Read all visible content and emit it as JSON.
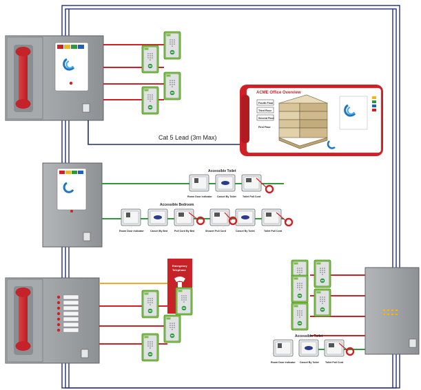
{
  "colors": {
    "frame_blue": "#1f2a80",
    "red_wire": "#d11f26",
    "green_wire": "#2c9a3a",
    "orange_wire": "#f0a830",
    "panel_grey": "#9ea1a4",
    "handset_red": "#c4232a",
    "call_point_green": "#7ac143"
  },
  "connection": {
    "label": "Cat 5 Lead (3m Max)"
  },
  "overview": {
    "title": "ACME Office Overview",
    "floors": [
      "Fourth Floor",
      "Third Floor",
      "Second Floor",
      "First Floor"
    ]
  },
  "toilet_groups": {
    "top": {
      "title": "Accessible Toilet",
      "labels": [
        "Room Door Indicator",
        "Cancel By Toilet",
        "Toilet Pull Cord"
      ]
    },
    "bottom_right": {
      "title": "Accessible Toilet",
      "labels": [
        "Room Door Indicator",
        "Cancel By Toilet",
        "Toilet Pull Cord"
      ]
    }
  },
  "bedroom_group": {
    "title": "Accessible Bedroom",
    "labels": [
      "Room Door Indicator",
      "Cancel By Bed",
      "Pull Cord By Bed",
      "Shower Pull Cord",
      "Cancel By Toilet",
      "Toilet Pull Cord"
    ]
  },
  "emergency_sign": {
    "text_line1": "Emergency",
    "text_line2": "Telephone"
  }
}
